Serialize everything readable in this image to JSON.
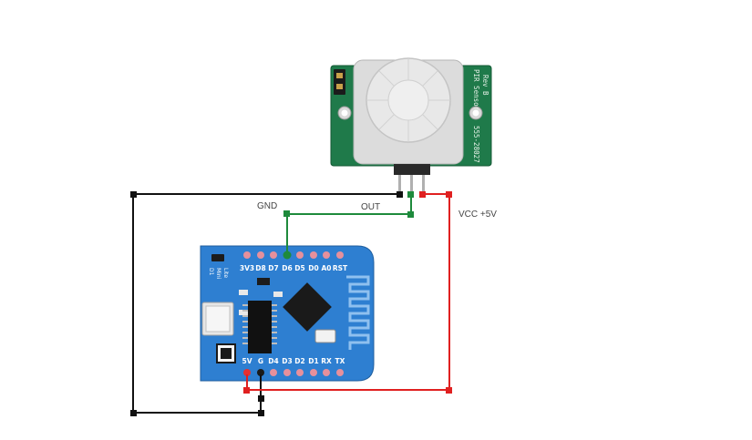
{
  "wire_labels": {
    "gnd": "GND",
    "out": "OUT",
    "vcc": "VCC +5V"
  },
  "pir_sensor": {
    "side_text_1": "PIR Sensor",
    "side_text_2": "Rev B",
    "side_text_3": "555-28027"
  },
  "board": {
    "top_pins": [
      "3V3",
      "D8",
      "D7",
      "D6",
      "D5",
      "D0",
      "A0",
      "RST"
    ],
    "bottom_pins": [
      "5V",
      "G",
      "D4",
      "D3",
      "D2",
      "D1",
      "RX",
      "TX"
    ],
    "button_label_1": "D1",
    "button_label_2": "Mini",
    "button_label_3": "Lite"
  },
  "colors": {
    "gnd_wire": "#111111",
    "out_wire": "#1e8a3c",
    "vcc_wire": "#e02020",
    "pir_pcb": "#1f7a4a",
    "board_pcb": "#2e7fd1"
  }
}
